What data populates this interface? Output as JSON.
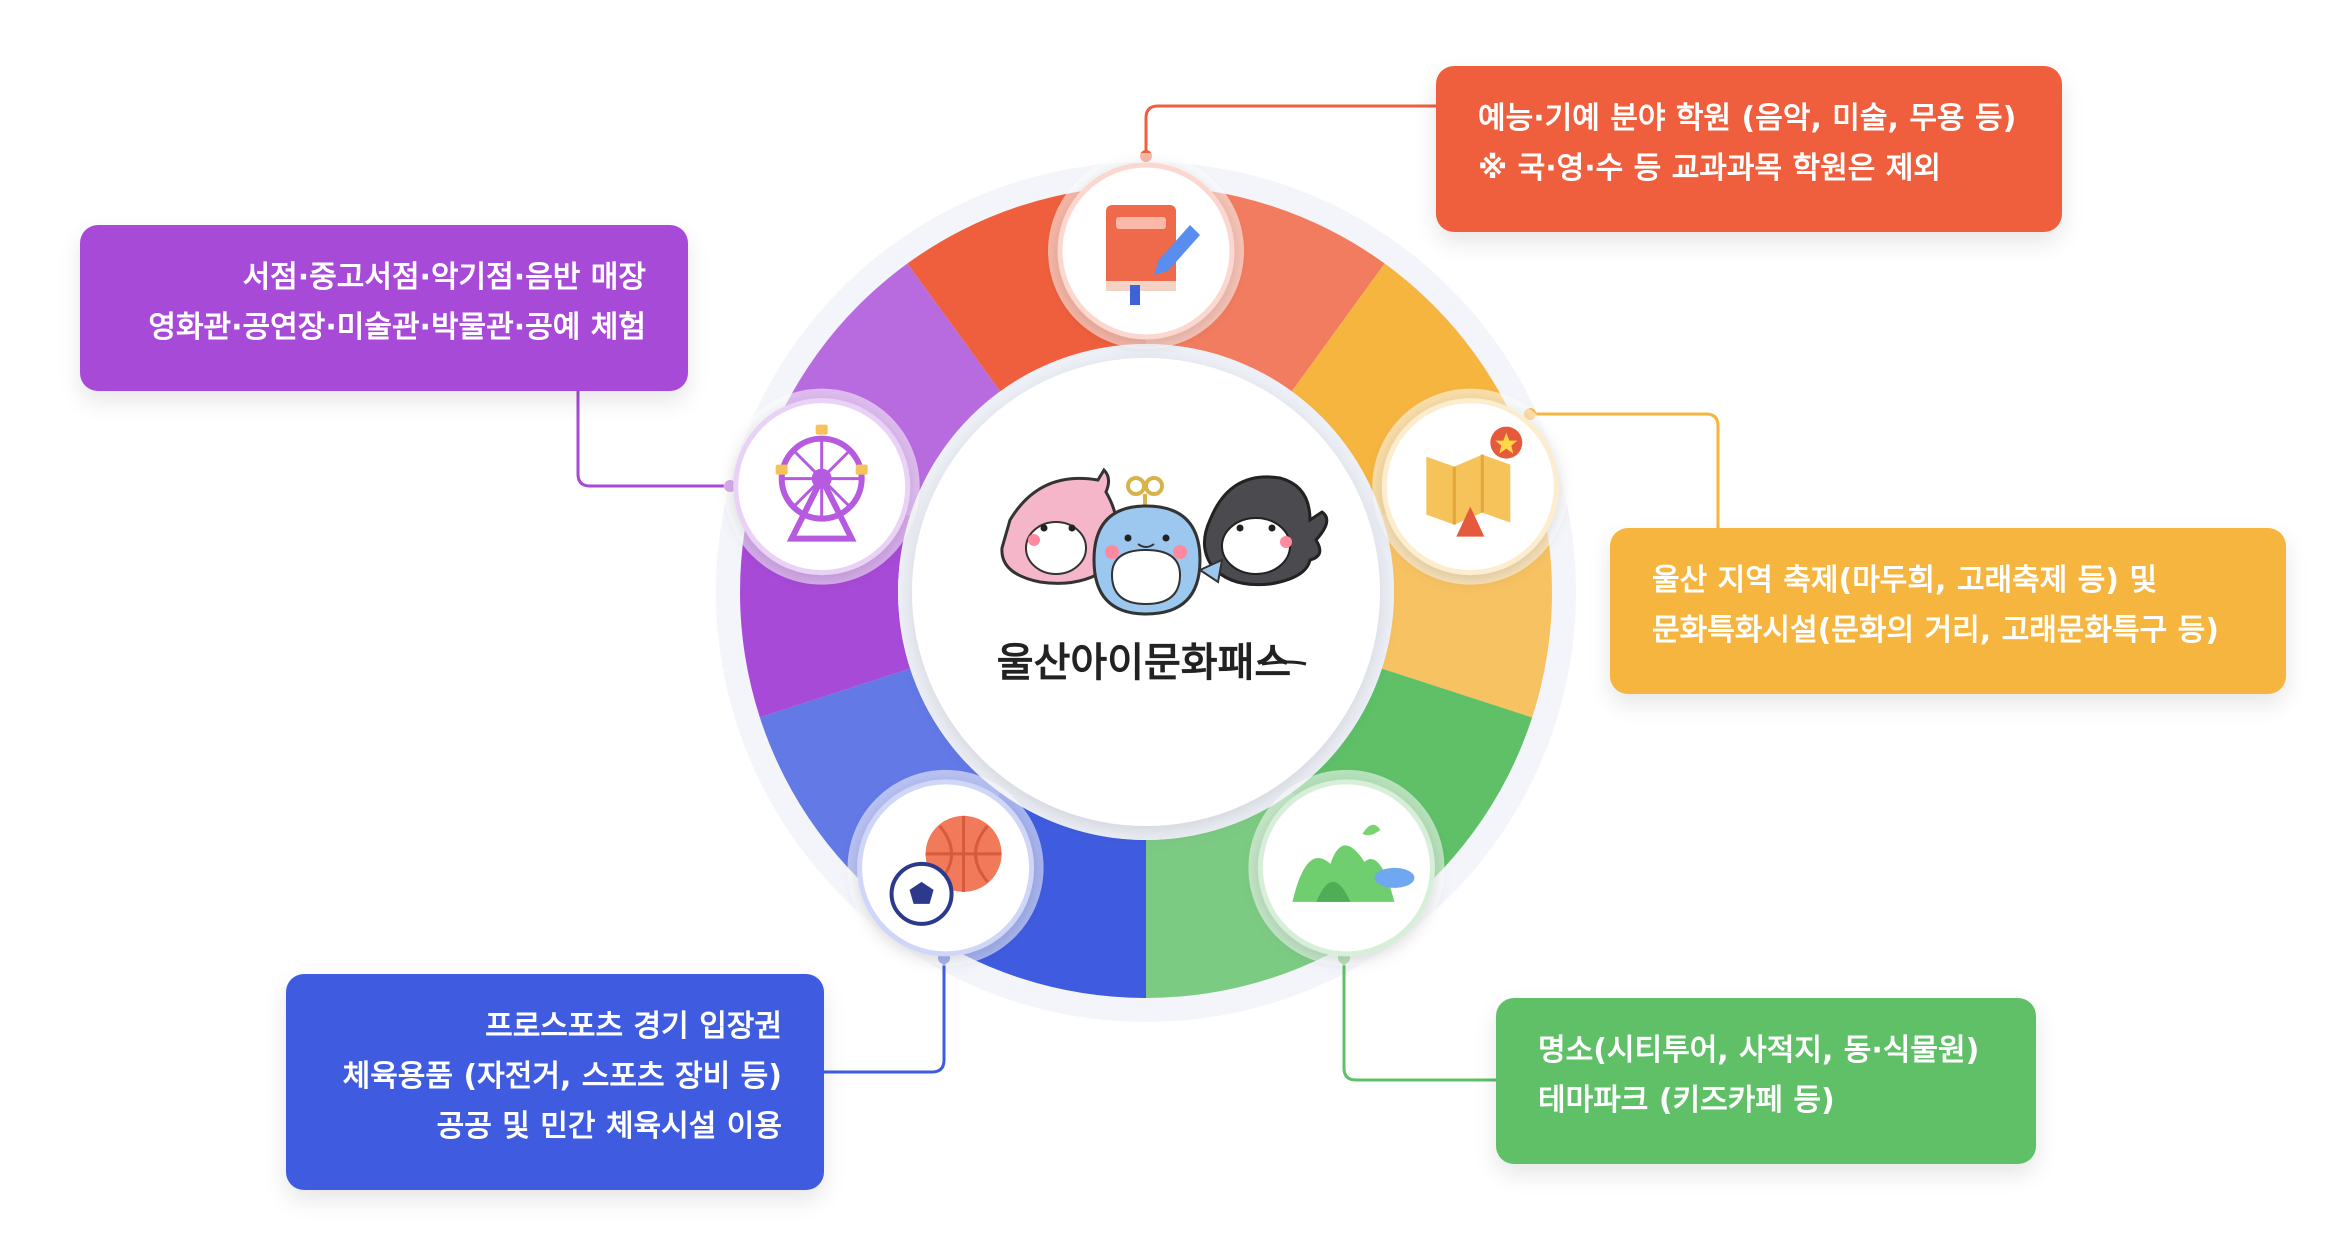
{
  "logo": {
    "text": "울산아이문화패스"
  },
  "categories": [
    {
      "id": "arts",
      "color": "#ef5f3d",
      "icon": "book-pencil-icon",
      "lines": [
        "예능·기예 분야 학원 (음악, 미술, 무용 등)",
        "※ 국·영·수 등 교과과목 학원은 제외"
      ]
    },
    {
      "id": "festival",
      "color": "#f5b53f",
      "icon": "map-star-icon",
      "lines": [
        "울산 지역 축제(마두희, 고래축제 등) 및",
        "문화특화시설(문화의 거리, 고래문화특구 등)"
      ]
    },
    {
      "id": "tour",
      "color": "#5fc068",
      "icon": "mountain-landscape-icon",
      "lines": [
        "명소(시티투어, 사적지, 동·식물원)",
        "테마파크 (키즈카페 등)"
      ]
    },
    {
      "id": "sports",
      "color": "#3f5ce0",
      "icon": "sports-balls-icon",
      "lines": [
        "프로스포츠 경기 입장권",
        "체육용품 (자전거, 스포츠 장비 등)",
        "공공 및 민간 체육시설 이용"
      ]
    },
    {
      "id": "culture",
      "color": "#a84ad8",
      "icon": "ferris-wheel-icon",
      "lines": [
        "서점·중고서점·악기점·음반 매장",
        "영화관·공연장·미술관·박물관·공예 체험"
      ]
    }
  ]
}
